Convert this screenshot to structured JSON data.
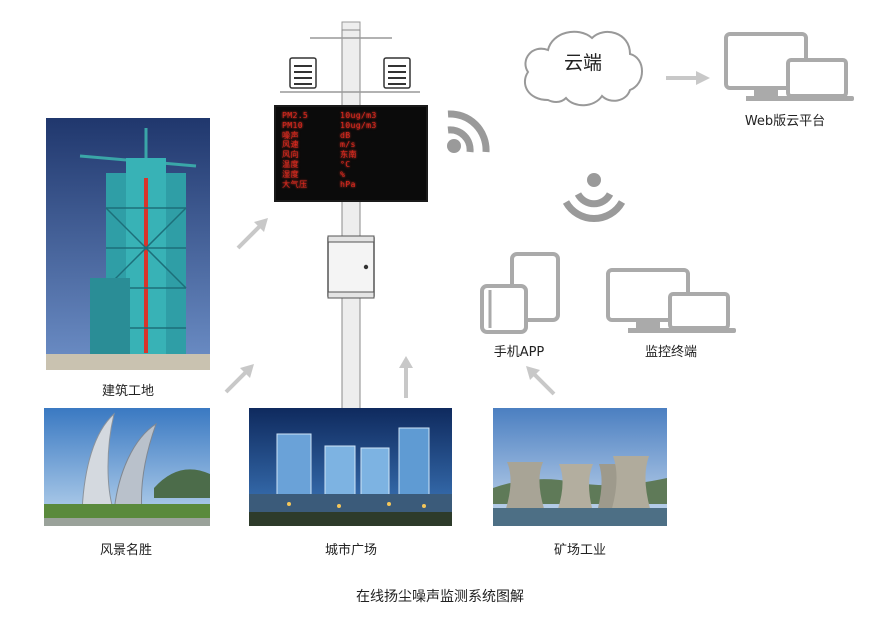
{
  "diagram": {
    "caption": "在线扬尘噪声监测系统图解"
  },
  "nodes": {
    "cloud": "云端",
    "web_platform": "Web版云平台",
    "mobile_app": "手机APP",
    "monitor_terminal": "监控终端",
    "construction_site": "建筑工地",
    "scenic_spot": "风景名胜",
    "city_square": "城市广场",
    "mining_industry": "矿场工业"
  },
  "led_display": {
    "rows": [
      {
        "key": "PM2.5",
        "value": "10ug/m3"
      },
      {
        "key": "PM10",
        "value": "10ug/m3"
      },
      {
        "key": "噪声",
        "value": "dB"
      },
      {
        "key": "风速",
        "value": "m/s"
      },
      {
        "key": "风向",
        "value": "东南"
      },
      {
        "key": "温度",
        "value": "°C"
      },
      {
        "key": "湿度",
        "value": "%"
      },
      {
        "key": "大气压",
        "value": "hPa"
      }
    ]
  },
  "colors": {
    "arrow": "#c8c8c8",
    "icon_gray": "#9a9a9a",
    "pole": "#e6e6e6",
    "led_text": "#d7281e",
    "sky_blue": "#4a6ea8"
  }
}
